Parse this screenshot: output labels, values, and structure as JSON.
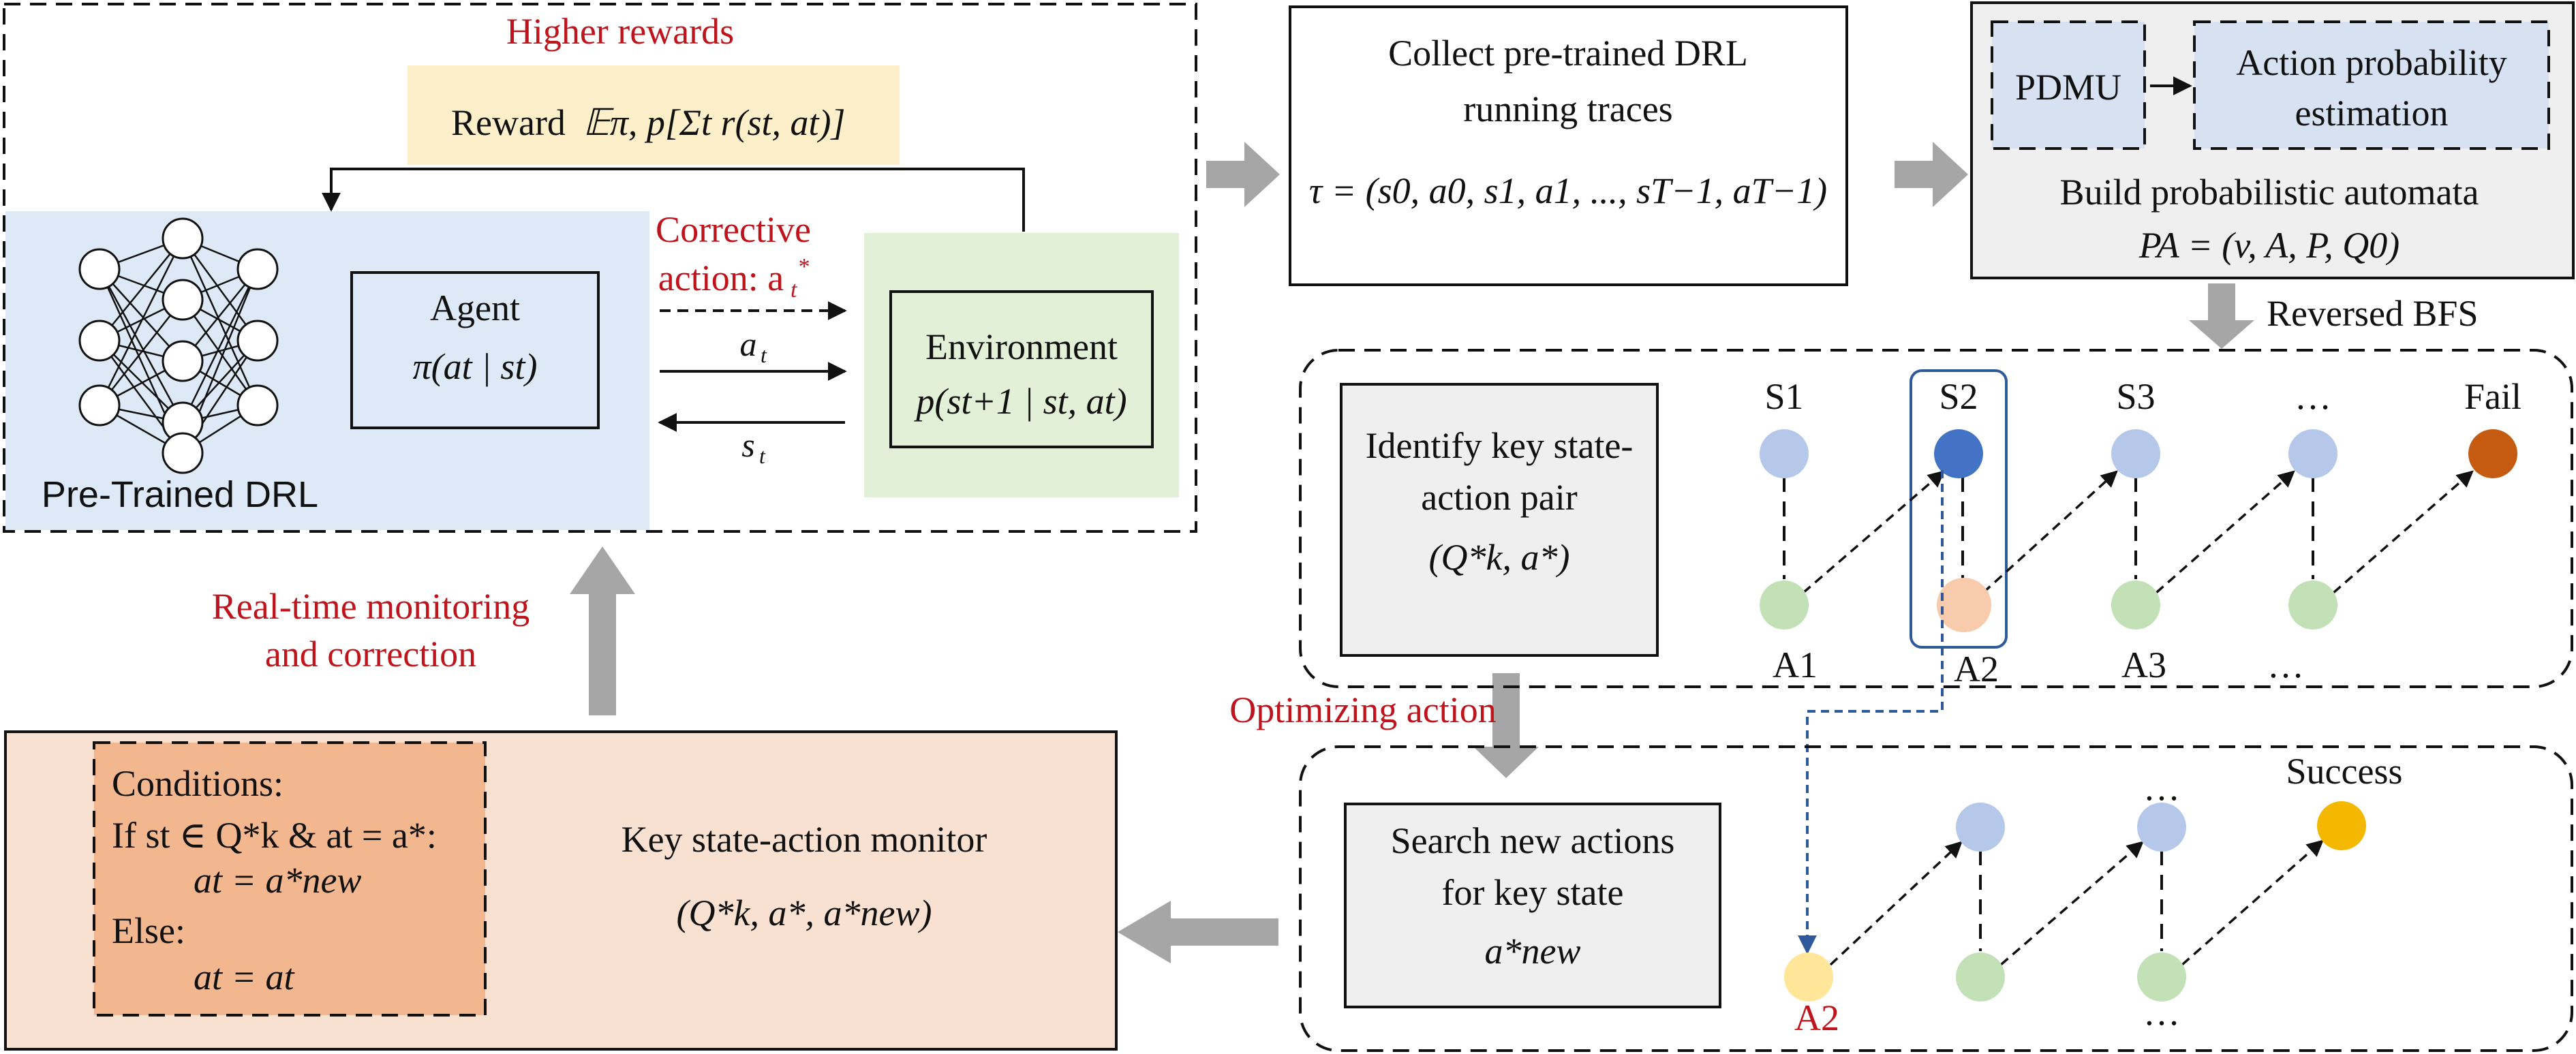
{
  "diagram": {
    "drl_loop": {
      "higher_rewards": "Higher rewards",
      "reward_prefix": "Reward",
      "reward_expr": "𝔼π, p[Σt r(st, at)]",
      "pretrained_label": "Pre-Trained DRL",
      "agent_title": "Agent",
      "agent_policy": "π(at | st)",
      "environment_title": "Environment",
      "environment_dynamics": "p(st+1 | st, at)",
      "corrective_line1": "Corrective",
      "corrective_line2": "action: a",
      "action_label": "a",
      "state_label": "s"
    },
    "collect": {
      "line1": "Collect pre-trained DRL",
      "line2": "running traces",
      "trace": "τ = (s0, a0, s1, a1, ..., sT−1, aT−1)"
    },
    "automata": {
      "pdmu": "PDMU",
      "action_prob_line1": "Action probability",
      "action_prob_line2": "estimation",
      "build_line1": "Build probabilistic automata",
      "build_line2": "PA = (v, A, P, Q0)",
      "reversed_bfs": "Reversed BFS"
    },
    "identify": {
      "line1": "Identify key state-",
      "line2": "action pair",
      "expr": "(Q*k, a*)",
      "state_labels": [
        "S1",
        "S2",
        "S3",
        "…",
        "Fail"
      ],
      "action_labels": [
        "A1",
        "A2",
        "A3",
        "…"
      ]
    },
    "optimize": {
      "label": "Optimizing action",
      "search_line1": "Search new actions",
      "search_line2": "for key state",
      "search_expr": "a*new",
      "top_labels": [
        "…",
        "Success"
      ],
      "bottom_labels": [
        "A2",
        "…"
      ]
    },
    "monitor": {
      "realtime_line1": "Real-time monitoring",
      "realtime_line2": "and correction",
      "conditions": "Conditions:",
      "if_line": "If st ∈ Q*k & at = a*:",
      "assign_new": "at = a*new",
      "else": "Else:",
      "assign_same": "at = at",
      "title": "Key state-action monitor",
      "expr": "(Q*k, a*, a*new)"
    },
    "colors": {
      "red_text": "#c0141c",
      "drl_blue": "#dde9f6",
      "env_green": "#e3f0d8",
      "reward_yellow": "#fdefc9",
      "pdmu_blue": "#d6e1f2",
      "gray_box": "#efefef",
      "monitor_peach": "#f9e1d2",
      "conditions_orange": "#f3b78f",
      "state_blue": "#b5c8ea",
      "key_state_blue": "#4472c4",
      "action_green": "#c3e1b6",
      "fail_orange": "#c55a11",
      "key_action_peach": "#f8cbad",
      "success_yellow": "#f5b800",
      "new_action_yellow": "#ffe699"
    }
  }
}
